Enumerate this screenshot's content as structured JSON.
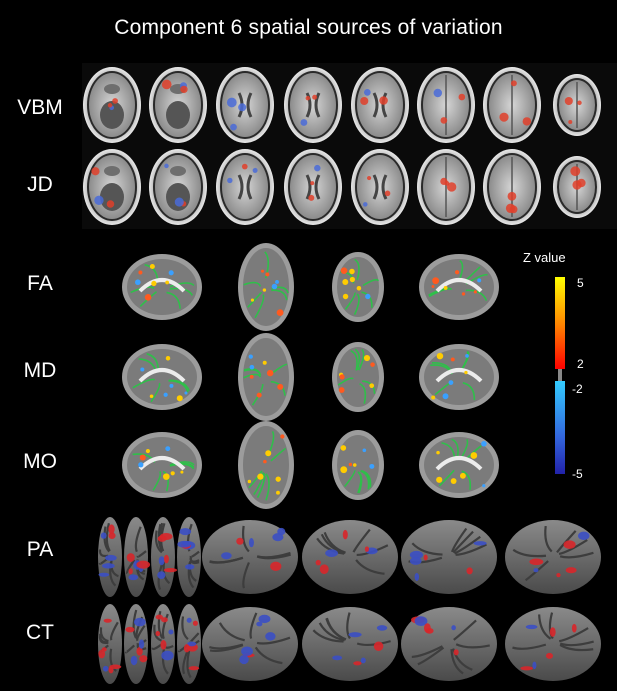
{
  "title": "Component 6 spatial sources of variation",
  "rows": [
    {
      "label": "VBM",
      "kind": "axial"
    },
    {
      "label": "JD",
      "kind": "axial"
    },
    {
      "label": "FA",
      "kind": "mesh"
    },
    {
      "label": "MD",
      "kind": "mesh"
    },
    {
      "label": "MO",
      "kind": "mesh"
    },
    {
      "label": "PA",
      "kind": "surface"
    },
    {
      "label": "CT",
      "kind": "surface"
    }
  ],
  "colorbar": {
    "title": "Z value",
    "ticks": [
      "5",
      "2",
      "-2",
      "-5"
    ],
    "positive_colors": [
      "#ffff00",
      "#ff9900",
      "#ff0000"
    ],
    "negative_colors": [
      "#33ccff",
      "#3355dd",
      "#2222aa"
    ]
  }
}
